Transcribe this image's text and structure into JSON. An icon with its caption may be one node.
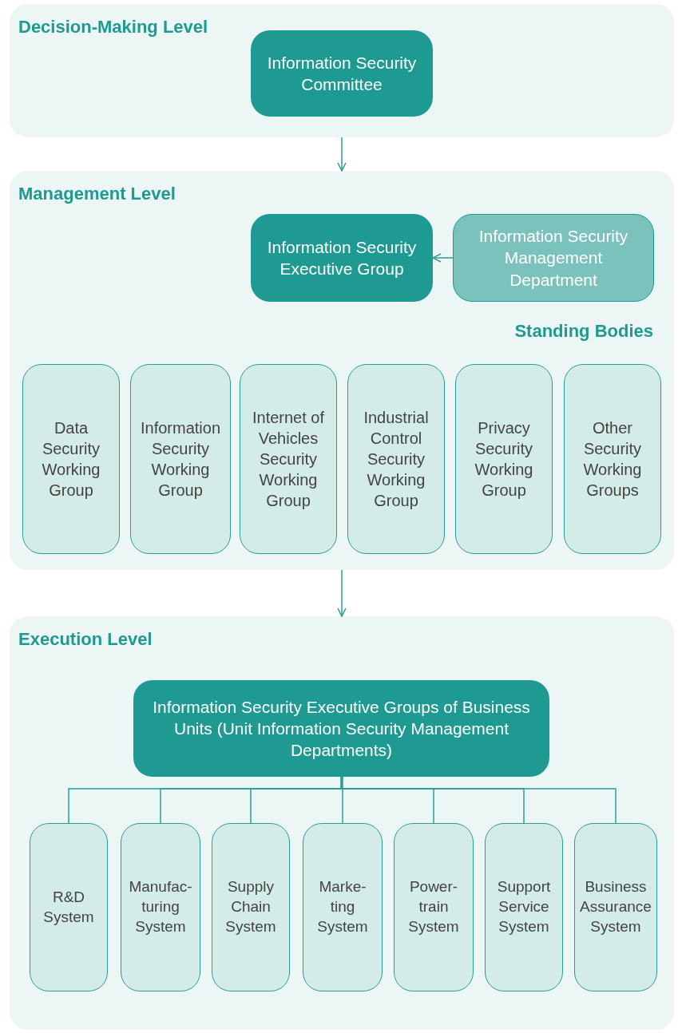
{
  "diagram": {
    "nodes": [
      {
        "text": [
          "Decision-Making Level"
        ]
      },
      {
        "text": [
          "Information Security Committee"
        ],
        "in": 0
      },
      {
        "text": [
          "Management Level"
        ]
      },
      {
        "text": [
          "Information Security Executive Group"
        ],
        "in": 2
      },
      {
        "text": [
          "Information Security Management Department"
        ],
        "in": 2
      },
      {
        "text": [
          "Data Security Working Group"
        ],
        "in": 2
      },
      {
        "text": [
          "Information Security Working Group"
        ],
        "in": 2
      },
      {
        "text": [
          "Internet of Vehicles Security Working Group"
        ],
        "in": 2
      },
      {
        "text": [
          "Industrial Control Security Working Group"
        ],
        "in": 2
      },
      {
        "text": [
          "Privacy Security Working Group"
        ],
        "in": 2
      },
      {
        "text": [
          "Other Security Working Groups"
        ],
        "in": 2
      },
      {
        "text": [
          "Execution Level"
        ]
      },
      {
        "text": [
          "Information Security Executive Groups of Business Units (Unit Information Security Management Departments)"
        ],
        "in": 11
      },
      {
        "text": [
          "R&D System"
        ],
        "in": 11
      },
      {
        "text": [
          "Manufac-turing System"
        ],
        "in": 11
      },
      {
        "text": [
          "Supply Chain System"
        ],
        "in": 11
      },
      {
        "text": [
          "Marke-ting System"
        ],
        "in": 11
      },
      {
        "text": [
          "Power-train System"
        ],
        "in": 11
      },
      {
        "text": [
          "Support Service System"
        ],
        "in": 11
      },
      {
        "text": [
          "Business Assurance System"
        ],
        "in": 11
      }
    ],
    "edges": [
      {
        "from": 0,
        "to": 2,
        "arrow": "to"
      },
      {
        "from": 4,
        "to": 3,
        "arrow": "to"
      },
      {
        "from": 2,
        "to": 11,
        "arrow": "to"
      },
      {
        "from": 12,
        "to": 13,
        "arrow": "none"
      },
      {
        "from": 12,
        "to": 14,
        "arrow": "none"
      },
      {
        "from": 12,
        "to": 15,
        "arrow": "none"
      },
      {
        "from": 12,
        "to": 16,
        "arrow": "none"
      },
      {
        "from": 12,
        "to": 17,
        "arrow": "none"
      },
      {
        "from": 12,
        "to": 18,
        "arrow": "none"
      },
      {
        "from": 12,
        "to": 19,
        "arrow": "none"
      }
    ],
    "labels": [
      "Standing Bodies"
    ]
  }
}
